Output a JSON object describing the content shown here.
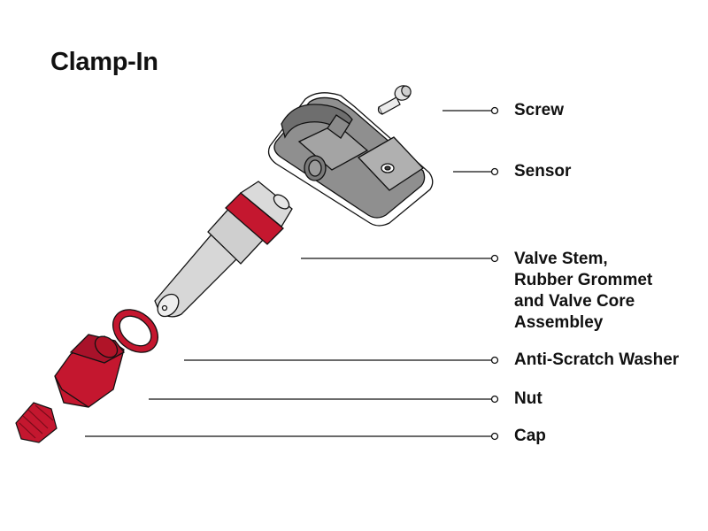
{
  "title": "Clamp-In",
  "colors": {
    "accent": "#c4172f",
    "line": "#111111"
  },
  "labels": [
    {
      "id": "screw",
      "lines": [
        "Screw"
      ]
    },
    {
      "id": "sensor",
      "lines": [
        "Sensor"
      ]
    },
    {
      "id": "valve-stem",
      "lines": [
        "Valve Stem,",
        "Rubber Grommet",
        "and Valve Core",
        "Assembley"
      ]
    },
    {
      "id": "anti-scratch-washer",
      "lines": [
        "Anti-Scratch Washer"
      ]
    },
    {
      "id": "nut",
      "lines": [
        "Nut"
      ]
    },
    {
      "id": "cap",
      "lines": [
        "Cap"
      ]
    }
  ]
}
